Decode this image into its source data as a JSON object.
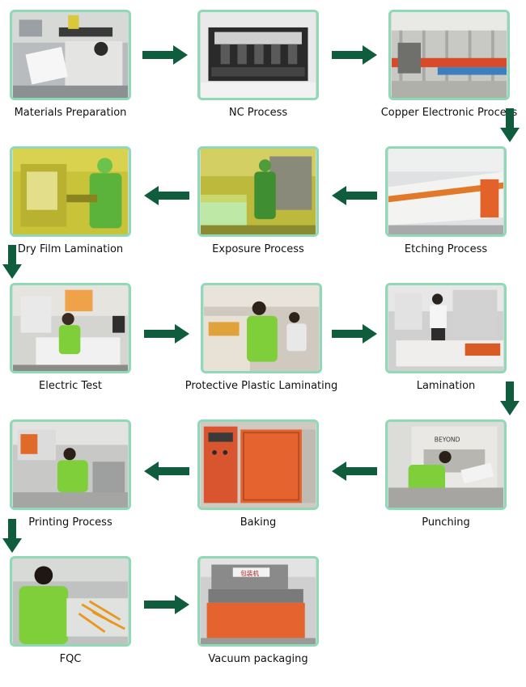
{
  "colors": {
    "arrow": "#0f5d3c",
    "frame_border": "#8fd9b6",
    "worker_shirt": "#7fcf3a",
    "machine_orange": "#e2622a"
  },
  "steps": [
    {
      "label": "Materials Preparation"
    },
    {
      "label": "NC Process"
    },
    {
      "label": "Copper Electronic Process"
    },
    {
      "label": "Dry Film Lamination"
    },
    {
      "label": "Exposure Process"
    },
    {
      "label": "Etching Process"
    },
    {
      "label": "Electric Test"
    },
    {
      "label": "Protective Plastic Laminating"
    },
    {
      "label": "Lamination"
    },
    {
      "label": "Printing Process"
    },
    {
      "label": "Baking"
    },
    {
      "label": "Punching"
    },
    {
      "label": "FQC"
    },
    {
      "label": "Vacuum packaging"
    }
  ],
  "signs": {
    "punching_machine_brand": "BEYOND",
    "packaging_machine_label": "包装机"
  }
}
